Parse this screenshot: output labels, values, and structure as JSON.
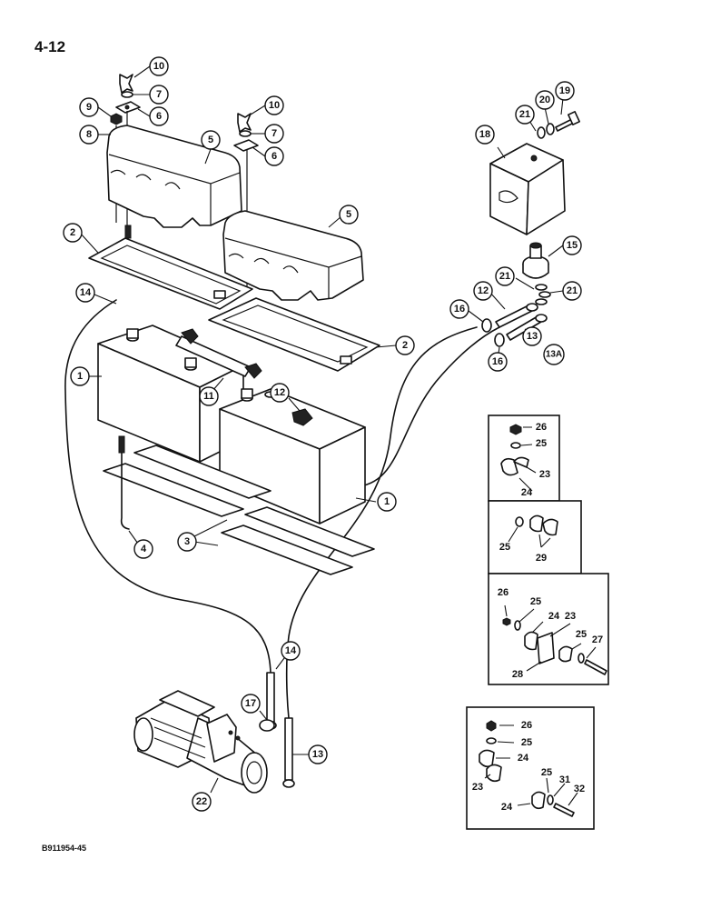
{
  "page_number": "4-12",
  "figure_code": "B911954-45",
  "callouts": {
    "c10a": "10",
    "c7a": "7",
    "c6a": "6",
    "c9": "9",
    "c8": "8",
    "c10b": "10",
    "c7b": "7",
    "c6b": "6",
    "c5a": "5",
    "c5b": "5",
    "c2a": "2",
    "c2b": "2",
    "c14a": "14",
    "c1a": "1",
    "c1b": "1",
    "c11": "11",
    "c12a": "12",
    "c3": "3",
    "c4": "4",
    "c18": "18",
    "c21a": "21",
    "c20": "20",
    "c19": "19",
    "c15": "15",
    "c21b": "21",
    "c21c": "21",
    "c12b": "12",
    "c16a": "16",
    "c16b": "16",
    "c13a": "13",
    "c13A": "13A",
    "c14b": "14",
    "c17": "17",
    "c13b": "13",
    "c22": "22"
  },
  "inset_labels": {
    "i1_26": "26",
    "i1_25": "25",
    "i1_23": "23",
    "i1_24": "24",
    "i2_25": "25",
    "i2_29": "29",
    "i3_26": "26",
    "i3_25a": "25",
    "i3_24": "24",
    "i3_23": "23",
    "i3_25b": "25",
    "i3_27": "27",
    "i3_28": "28",
    "i4_26": "26",
    "i4_25a": "25",
    "i4_24a": "24",
    "i4_23": "23",
    "i4_25b": "25",
    "i4_31": "31",
    "i4_32": "32",
    "i4_24b": "24"
  }
}
